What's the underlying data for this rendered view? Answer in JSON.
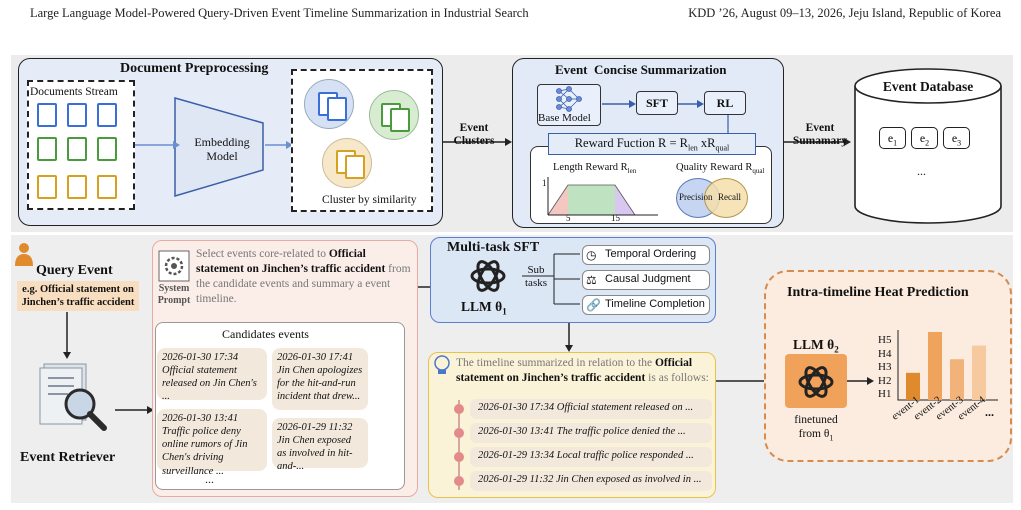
{
  "header": {
    "left": "Large Language Model-Powered Query-Driven Event Timeline Summarization in Industrial Search",
    "right": "KDD ’26, August 09–13, 2026, Jeju Island, Republic of Korea"
  },
  "top": {
    "doc_pre_title": "Document Preprocessing",
    "docs_stream": "Documents Stream",
    "embedding": "Embedding Model",
    "cluster": "Cluster by similarity",
    "event_clusters": "Event Clusters",
    "summ_title": "Event  Concise Summarization",
    "base_model": "Base Model",
    "sft": "SFT",
    "rl": "RL",
    "reward": "Reward Fuction R = R",
    "reward_len": "len",
    "reward_x": " xR",
    "reward_qual": "qual",
    "length_reward": "Length Reward R",
    "length_sub": "len",
    "quality_reward": "Quality Reward R",
    "quality_sub": "qual",
    "tick1": "1",
    "tick5": "5",
    "tick15": "15",
    "precision": "Precision",
    "recall": "Recall",
    "event_summary": "Event Sumamary",
    "db_title": "Event Database",
    "e1": "e",
    "e2": "e",
    "e3": "e",
    "s1": "1",
    "s2": "2",
    "s3": "3",
    "db_dots": "..."
  },
  "bottom": {
    "query_event": "Query Event",
    "query_example": "e.g. Official statement on Jinchen’s traffic accident",
    "event_retriever": "Event Retriever",
    "system_prompt": "System Prompt",
    "prompt_a": "Select events core-related to ",
    "prompt_b": "Official statement on Jinchen’s traffic accident",
    "prompt_c": " from the candidate events and summary a event timeline.",
    "candidates_title": "Candidates events",
    "candidates": [
      {
        "time": "2026-01-30 17:34",
        "text": "Official statement released on Jin Chen's ..."
      },
      {
        "time": "2026-01-30 17:41",
        "text": "Jin Chen apologizes for the hit-and-run incident that drew..."
      },
      {
        "time": "2026-01-30 13:41",
        "text": "Traffic police deny online rumors of Jin Chen's driving surveillance ..."
      },
      {
        "time": "2026-01-29 11:32",
        "text": "Jin Chen exposed as involved in hit-and-..."
      }
    ],
    "cand_dots": "...",
    "mt_title": "Multi-task SFT",
    "sub_tasks": "Sub tasks",
    "llm1": "LLM θ",
    "llm1_sub": "1",
    "tasks": [
      "Temporal Ordering",
      "Causal Judgment",
      "Timeline Completion"
    ],
    "tl_a": "The timeline summarized in relation to the ",
    "tl_b": "Official statement on Jinchen’s traffic accident",
    "tl_c": " is as follows:",
    "timeline": [
      "2026-01-30 17:34  Official statement released on ...",
      "2026-01-30 13:41 The traffic police denied the ...",
      "2026-01-29 13:34 Local traffic police responded ...",
      "2026-01-29 11:32 Jin Chen exposed as involved in ..."
    ],
    "heat_title": "Intra-timeline Heat Prediction",
    "llm2": "LLM θ",
    "llm2_sub": "2",
    "finetuned": "finetuned from θ",
    "finetuned_sub": "1",
    "heat_levels": [
      "H5",
      "H4",
      "H3",
      "H2",
      "H1"
    ],
    "heat_events": [
      "event-1",
      "event-2",
      "event-3",
      "event-4"
    ],
    "heat_dots": "...",
    "heat_values": [
      2,
      5,
      3,
      4
    ]
  }
}
